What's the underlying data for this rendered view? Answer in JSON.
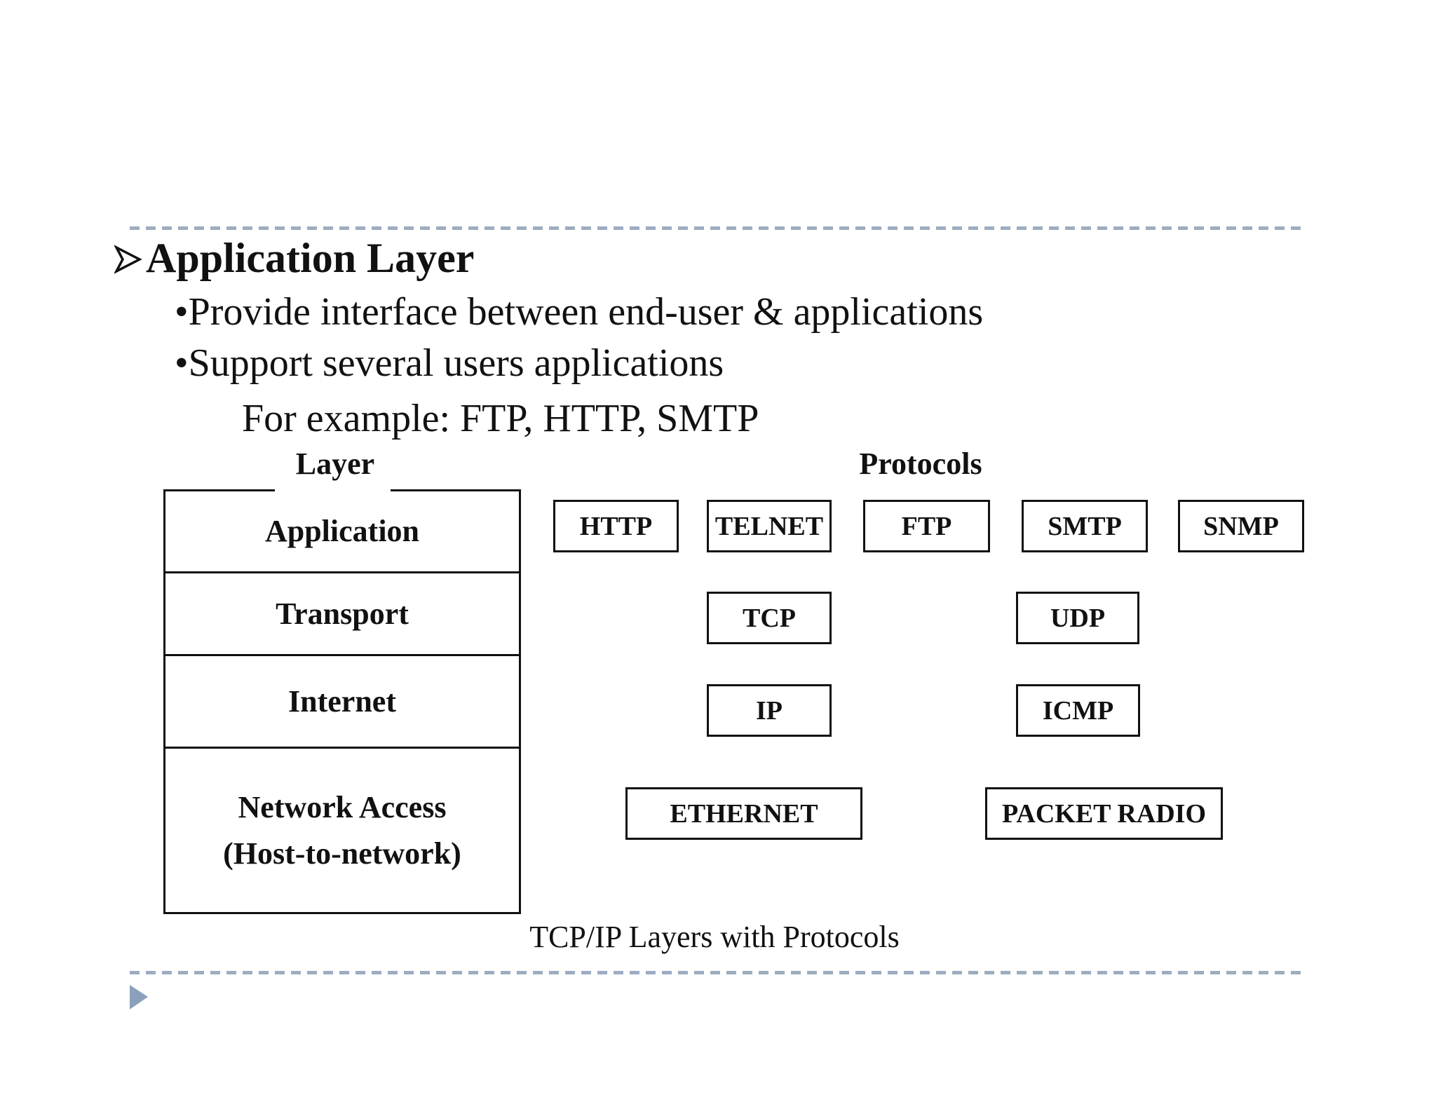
{
  "slide": {
    "heading": {
      "marker_icon": "arrow-right-bullet",
      "title": "Application Layer"
    },
    "bullets": [
      "•Provide interface between end-user & applications",
      "•Support several users applications"
    ],
    "example_line": "For example: FTP, HTTP, SMTP",
    "column_headers": {
      "layer": "Layer",
      "protocols": "Protocols"
    },
    "caption": "TCP/IP Layers with Protocols",
    "footer": {
      "triangle_icon": "right-triangle"
    }
  },
  "layers_table": {
    "rows": [
      {
        "label": "Application"
      },
      {
        "label": "Transport"
      },
      {
        "label": "Internet"
      },
      {
        "label": "Network Access",
        "sublabel": "(Host-to-network)"
      }
    ]
  },
  "protocol_boxes": {
    "application": [
      "HTTP",
      "TELNET",
      "FTP",
      "SMTP",
      "SNMP"
    ],
    "transport": [
      "TCP",
      "UDP"
    ],
    "internet": [
      "IP",
      "ICMP"
    ],
    "network_access": [
      "ETHERNET",
      "PACKET RADIO"
    ]
  },
  "colors": {
    "text": "#111111",
    "box_border": "#111111",
    "dashed_line": "#9dadc0",
    "footer_triangle": "#8ba1bb"
  }
}
